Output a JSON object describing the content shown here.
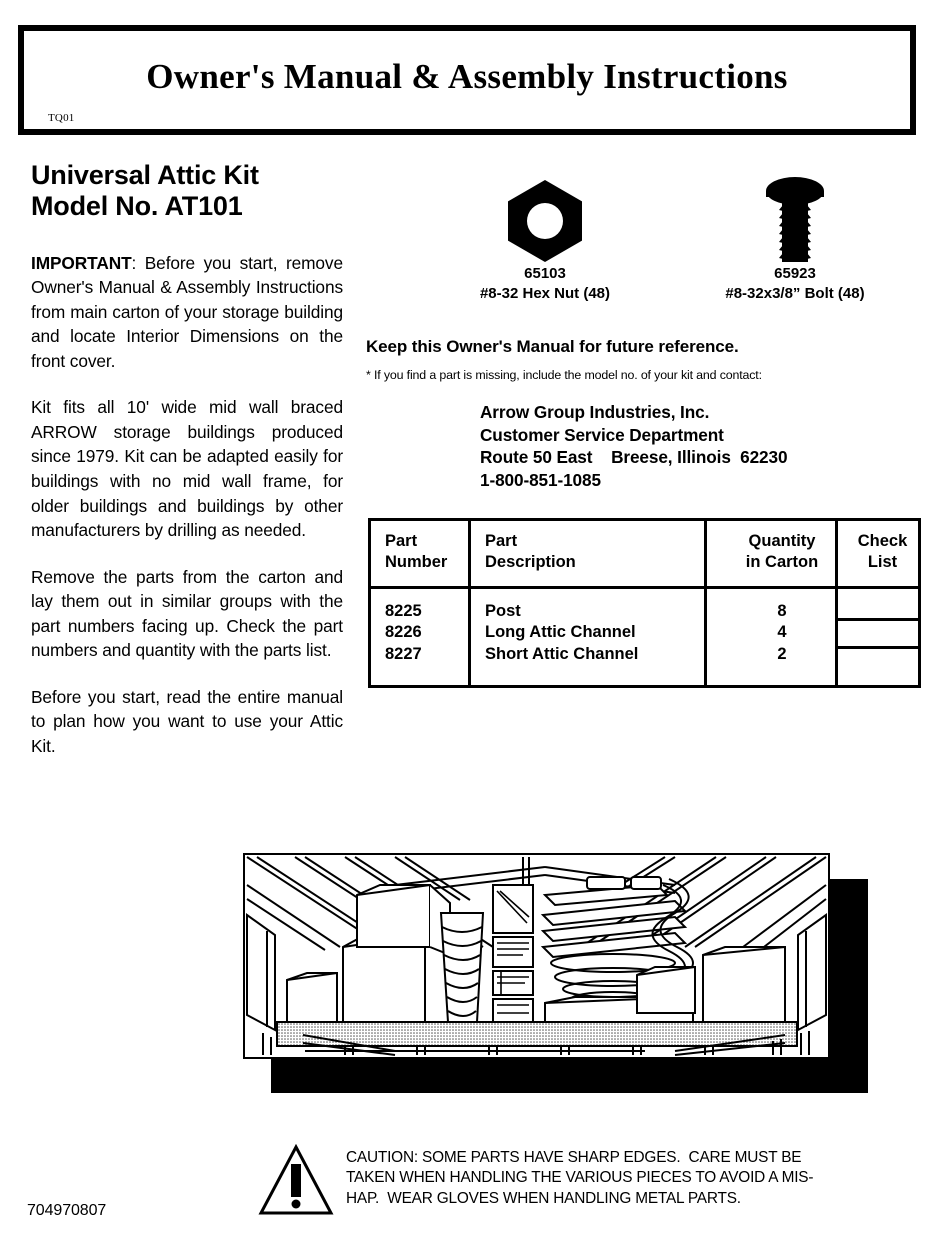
{
  "header": {
    "title": "Owner's Manual & Assembly Instructions",
    "doc_code": "TQ01"
  },
  "product": {
    "name": "Universal Attic Kit",
    "model": "Model No. AT101"
  },
  "intro": {
    "important_label": "IMPORTANT",
    "important_body": ": Before you start, remove Owner's Manual & Assembly Instructions from main carton of your storage building and locate Interior Dimensions on the front cover.",
    "paragraph_2": "Kit fits all 10' wide mid wall braced ARROW storage buildings produced since 1979. Kit can be adapted easily for buildings with no mid wall frame, for older buildings and buildings by other manufacturers by drilling as needed.",
    "paragraph_3": "Remove the parts from the carton and lay them out in similar groups with the part numbers facing up.  Check the part numbers and quantity with the parts list.",
    "paragraph_4": "Before you start, read the entire manual to plan how you want to use your Attic Kit."
  },
  "hardware": [
    {
      "icon": "hex-nut-icon",
      "part_number": "65103",
      "description": "#8-32 Hex Nut (48)"
    },
    {
      "icon": "bolt-icon",
      "part_number": "65923",
      "description": "#8-32x3/8” Bolt (48)"
    }
  ],
  "notices": {
    "keep_manual": "Keep this Owner's Manual for future reference.",
    "missing_part": "* If you find a part is missing, include the model no. of your kit and contact:"
  },
  "contact": {
    "company": "Arrow Group Industries, Inc.",
    "department": "Customer Service Department",
    "address": "Route 50 East    Breese, Illinois  62230",
    "phone": "1-800-851-1085"
  },
  "parts_table": {
    "headers": {
      "part_number": [
        "Part",
        "Number"
      ],
      "part_description": [
        "Part",
        "Description"
      ],
      "quantity": [
        "Quantity",
        "in Carton"
      ],
      "check_list": [
        "Check",
        "List"
      ]
    },
    "rows": [
      {
        "part_number": "8225",
        "description": "Post",
        "quantity": "8"
      },
      {
        "part_number": "8226",
        "description": "Long Attic Channel",
        "quantity": "4"
      },
      {
        "part_number": "8227",
        "description": "Short Attic Channel",
        "quantity": "2"
      }
    ]
  },
  "illustration": {
    "name": "attic-storage-illustration",
    "caption": ""
  },
  "caution": {
    "icon": "warning-triangle-icon",
    "lines": [
      "CAUTION: SOME PARTS HAVE SHARP EDGES.  CARE MUST BE",
      "TAKEN WHEN HANDLING THE VARIOUS PIECES TO AVOID A MIS-",
      "HAP.  WEAR GLOVES WHEN HANDLING METAL PARTS."
    ]
  },
  "footer": {
    "code": "704970807"
  },
  "colors": {
    "ink": "#000000",
    "paper": "#ffffff"
  }
}
